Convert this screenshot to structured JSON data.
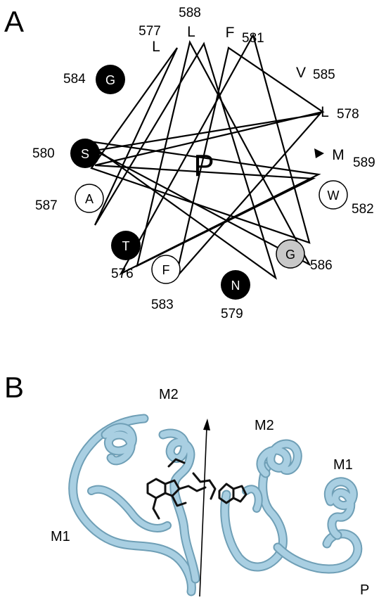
{
  "panel_a": {
    "letter": "A",
    "center_label": "P",
    "residues": [
      {
        "number": "588",
        "letter": "L",
        "style": "plain"
      },
      {
        "number": "581",
        "letter": "F",
        "style": "plain"
      },
      {
        "number": "577",
        "letter": "L",
        "style": "plain"
      },
      {
        "number": "585",
        "letter": "V",
        "style": "plain"
      },
      {
        "number": "584",
        "letter": "G",
        "style": "black"
      },
      {
        "number": "578",
        "letter": "L",
        "style": "plain"
      },
      {
        "number": "589",
        "letter": "M",
        "style": "plain"
      },
      {
        "number": "580",
        "letter": "S",
        "style": "black"
      },
      {
        "number": "582",
        "letter": "W",
        "style": "white"
      },
      {
        "number": "587",
        "letter": "A",
        "style": "white"
      },
      {
        "number": "586",
        "letter": "G",
        "style": "gray"
      },
      {
        "number": "576",
        "letter": "T",
        "style": "black"
      },
      {
        "number": "583",
        "letter": "F",
        "style": "white"
      },
      {
        "number": "579",
        "letter": "N",
        "style": "black"
      }
    ]
  },
  "panel_b": {
    "letter": "B",
    "labels": {
      "m2_left": "M2",
      "m2_right": "M2",
      "m1_left": "M1",
      "m1_right": "M1",
      "p": "P"
    }
  },
  "colors": {
    "ribbon": "#a9cfe2",
    "ribbon_edge": "#6f9fb6",
    "black_circle": "#000000",
    "gray_circle": "#c8c8c8",
    "ink": "#000000"
  }
}
